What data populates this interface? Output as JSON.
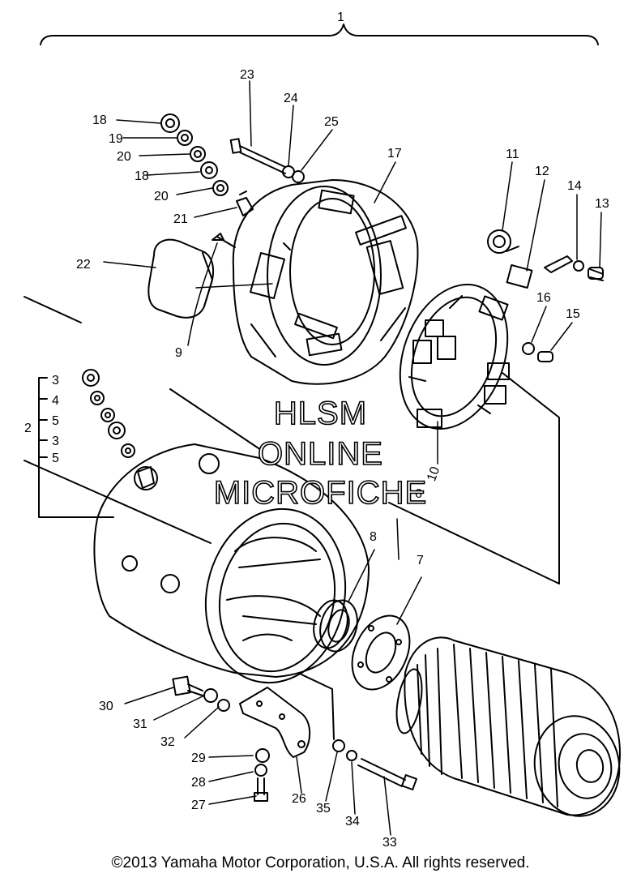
{
  "watermark": {
    "line1": "HLSM",
    "line2": "ONLINE",
    "line3": "MICROFICHE"
  },
  "copyright": "©2013 Yamaha Motor Corporation, U.S.A. All rights reserved.",
  "callouts": [
    "1",
    "2",
    "3",
    "4",
    "5",
    "3",
    "5",
    "6",
    "7",
    "8",
    "9",
    "10",
    "11",
    "12",
    "13",
    "14",
    "15",
    "16",
    "17",
    "18",
    "19",
    "20",
    "18",
    "20",
    "21",
    "22",
    "23",
    "24",
    "25",
    "26",
    "27",
    "28",
    "29",
    "30",
    "31",
    "32",
    "33",
    "34",
    "35"
  ]
}
